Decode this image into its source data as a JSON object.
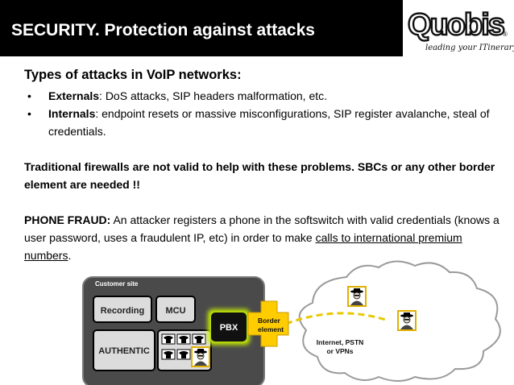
{
  "header": {
    "title": "SECURITY. Protection against attacks"
  },
  "logo": {
    "word": "Quobis",
    "reg": "®",
    "tagline": "leading your ITinerary"
  },
  "types": {
    "heading": "Types of attacks in VoIP networks:",
    "items": [
      {
        "label": "Externals",
        "text": ": DoS attacks, SIP headers malformation, etc."
      },
      {
        "label": "Internals",
        "text": ": endpoint resets or massive misconfigurations, SIP register avalanche, steal of credentials."
      }
    ]
  },
  "firewalls": {
    "text": "Traditional firewalls are not valid to help with these problems. SBCs or any other border element are needed  !!"
  },
  "fraud": {
    "label": "PHONE FRAUD:",
    "text": "  An attacker registers a phone in the softswitch with valid credentials (knows a user password,  uses a fraudulent IP, etc) in order to make ",
    "link": "calls to international premium numbers",
    "end": "."
  },
  "diagram": {
    "site_label": "Customer site",
    "recording": "Recording",
    "mcu": "MCU",
    "authentic": "AUTHENTIC",
    "pbx": "PBX",
    "border_1": "Border",
    "border_2": "element",
    "cloud_1": "Internet, PSTN",
    "cloud_2": "or VPNs"
  },
  "colors": {
    "header_bg": "#000000",
    "site_bg": "#4a4a4a",
    "box_bg": "#dcdcdc",
    "pbx_glow": "#c8f000",
    "border_element": "#ffcc00",
    "cloud_stroke": "#9a9a9a"
  }
}
